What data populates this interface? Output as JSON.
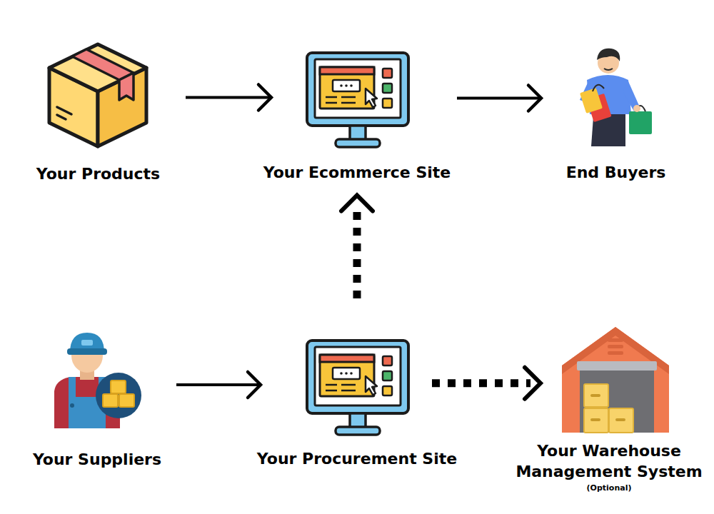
{
  "diagram": {
    "nodes": [
      {
        "text": [
          "Your Products"
        ]
      },
      {
        "text": [
          "Your Ecommerce Site"
        ]
      },
      {
        "text": [
          "End Buyers"
        ]
      },
      {
        "text": [
          "Your Suppliers"
        ]
      },
      {
        "text": [
          "Your Procurement Site"
        ]
      },
      {
        "text": [
          "Your Warehouse Management System",
          "(Optional)"
        ]
      }
    ],
    "edges": [
      {
        "from": 0,
        "to": 1,
        "arrow": "to"
      },
      {
        "from": 1,
        "to": 2,
        "arrow": "to"
      },
      {
        "from": 3,
        "to": 4,
        "arrow": "to"
      },
      {
        "from": 4,
        "to": 1,
        "arrow": "to"
      },
      {
        "from": 4,
        "to": 5,
        "arrow": "to"
      }
    ]
  }
}
